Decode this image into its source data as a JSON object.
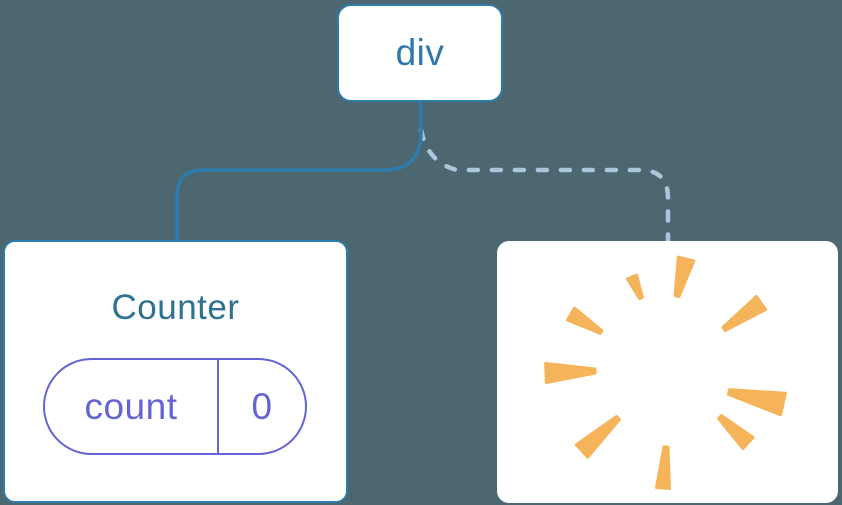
{
  "colors": {
    "bg": "#4C6770",
    "blue": "#2E7CAB",
    "blue-text": "#2F77A8",
    "teal-title": "#2E7191",
    "purple": "#6464D4",
    "dash-blue": "#A9C6DB",
    "orange": "#F6B45A",
    "card": "#FFFFFF"
  },
  "nodes": {
    "root": {
      "label": "div"
    },
    "counter": {
      "title": "Counter",
      "state": {
        "key": "count",
        "value": "0"
      }
    },
    "removed": {
      "icon": "poof-starburst"
    }
  }
}
